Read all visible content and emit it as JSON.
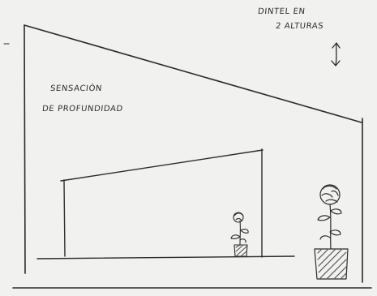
{
  "annotations": {
    "dintel_line1": "DINTEL EN",
    "dintel_line2": "2 ALTURAS",
    "sensacion_line1": "SENSACIÓN",
    "sensacion_line2": "DE PROFUNDIDAD"
  },
  "colors": {
    "paper": "#f1f1ef",
    "ink": "#2b2b2b",
    "hatch": "#555555"
  },
  "icons": [
    "double-arrow-icon",
    "flower-pot-small",
    "flower-pot-large"
  ]
}
